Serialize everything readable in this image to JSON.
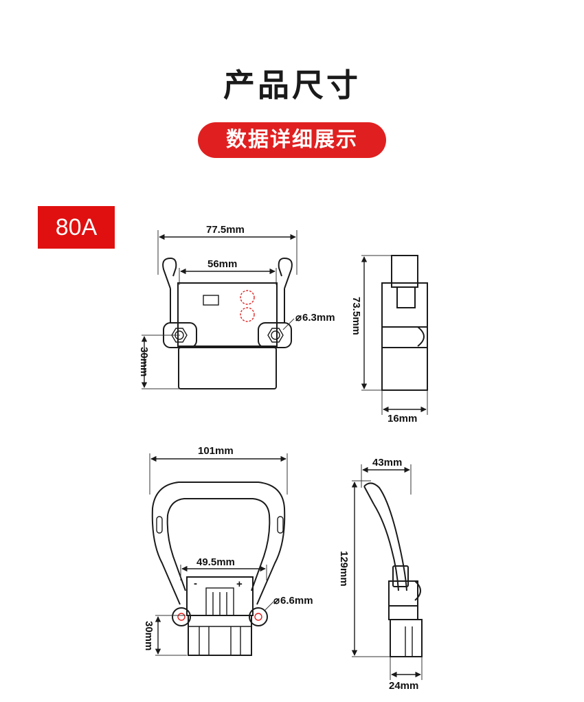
{
  "header": {
    "title": "产品尺寸",
    "subtitle": "数据详细展示"
  },
  "model": "80A",
  "colors": {
    "accent": "#e02020",
    "line": "#1a1a1a",
    "text": "#111111"
  },
  "views": {
    "top_front": {
      "width": "77.5mm",
      "inner_width": "56mm",
      "hole": "6.3mm",
      "height": "30mm"
    },
    "top_side": {
      "height": "73.5mm",
      "width": "16mm"
    },
    "bottom_front": {
      "width": "101mm",
      "inner_width": "49.5mm",
      "hole": "6.6mm",
      "height": "30mm",
      "minus": "-",
      "plus": "+"
    },
    "bottom_side": {
      "top_width": "43mm",
      "height": "129mm",
      "bottom_width": "24mm"
    }
  }
}
